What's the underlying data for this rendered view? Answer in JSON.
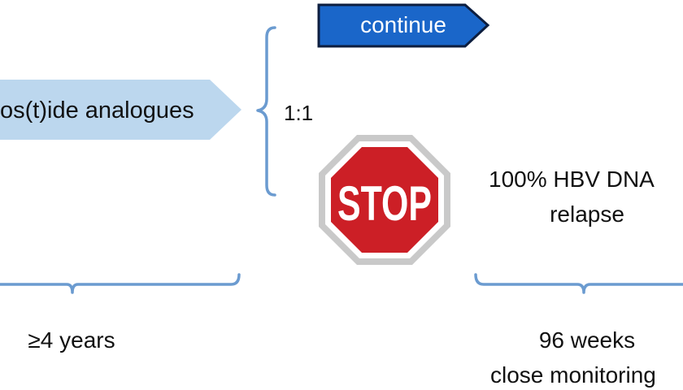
{
  "treatment_label": "os(t)ide analogues",
  "ratio_label": "1:1",
  "continue_label": "continue",
  "stop_sign_label": "STOP",
  "relapse": {
    "line1": "100% HBV DNA",
    "line2": "relapse"
  },
  "duration_label": "≥4 years",
  "monitoring": {
    "line1": "96 weeks",
    "line2": "close monitoring"
  },
  "colors": {
    "treatment_arrow": "#bcd7ee",
    "continue_arrow": "#1a66c9",
    "continue_border": "#0d1e3f",
    "bracket": "#6b9bd0",
    "stop_red": "#cc1f26",
    "stop_gray": "#c9c9c9"
  }
}
